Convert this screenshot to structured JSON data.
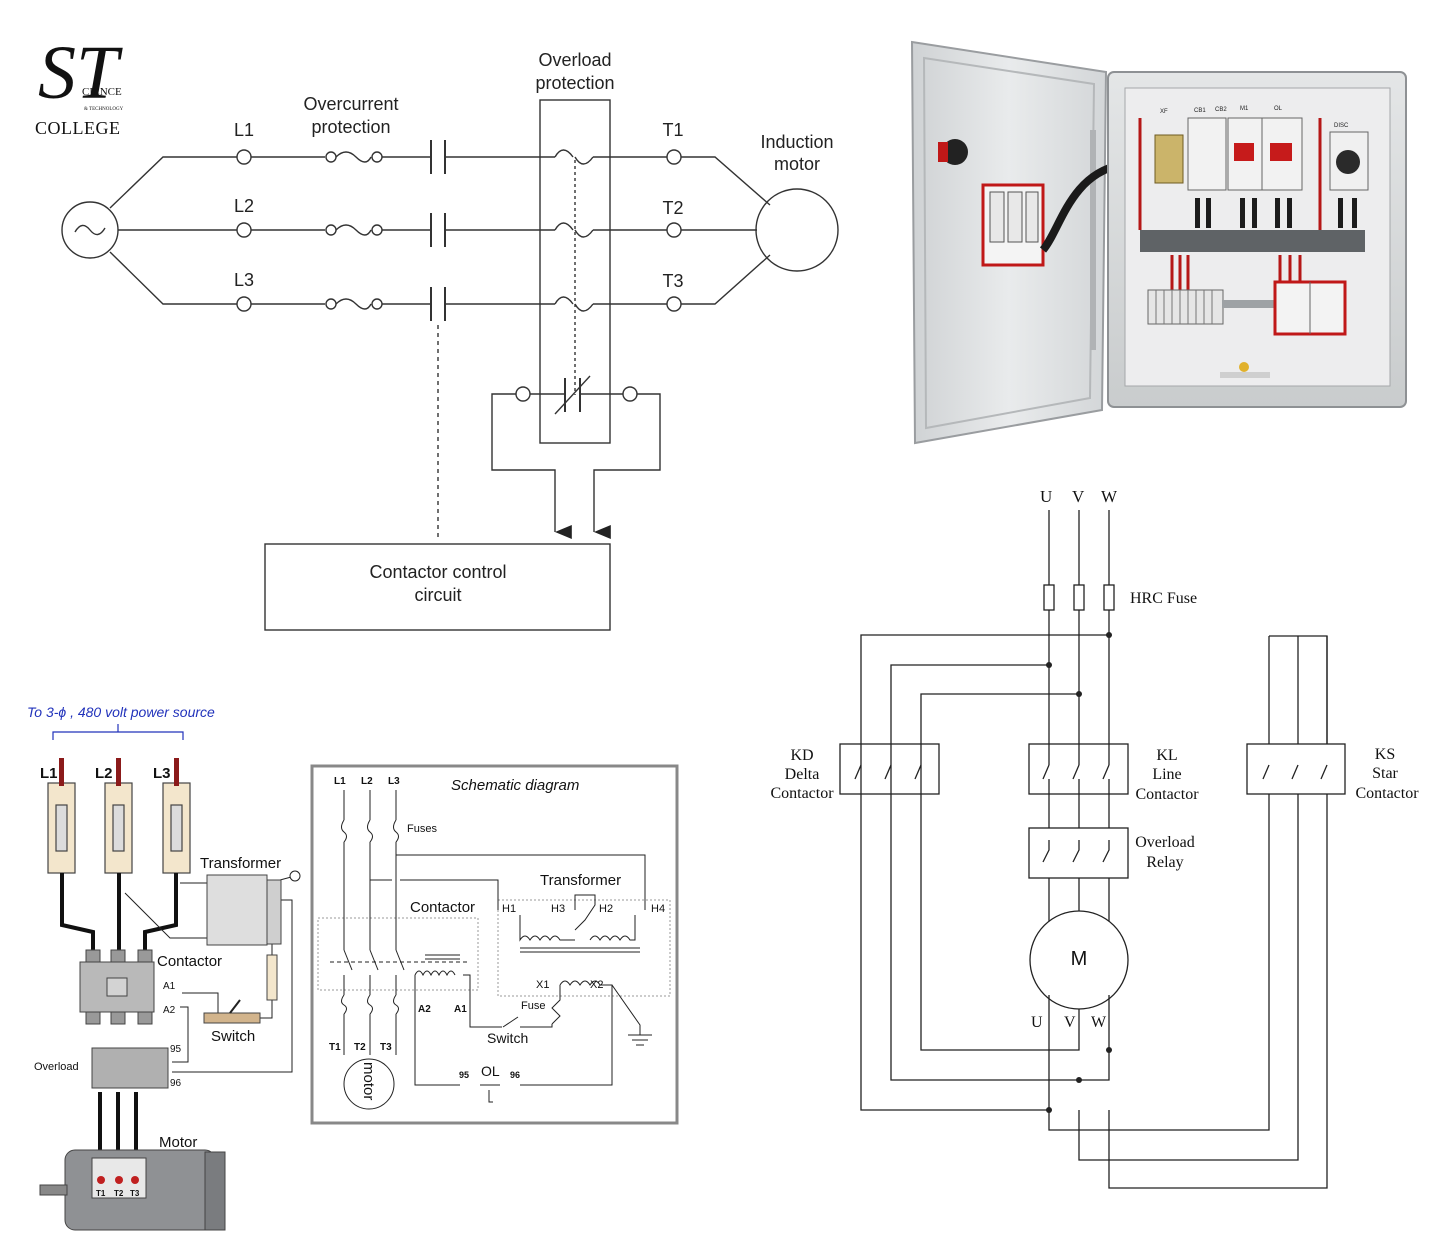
{
  "logo": {
    "letters": "ST",
    "line1": "CIENCE",
    "line2": "& TECHNOLOGY",
    "line3": "COLLEGE"
  },
  "d1": {
    "lines": [
      "L1",
      "L2",
      "L3"
    ],
    "terminals": [
      "T1",
      "T2",
      "T3"
    ],
    "overcurrent": [
      "Overcurrent",
      "protection"
    ],
    "overload": [
      "Overload",
      "protection"
    ],
    "motor": [
      "Induction",
      "motor"
    ],
    "control": [
      "Contactor control",
      "circuit"
    ]
  },
  "panel": {
    "labels": [
      "XF",
      "CB1",
      "CB2",
      "M1",
      "OL",
      "DISC"
    ]
  },
  "d2": {
    "source": "To 3-ϕ , 480 volt power source",
    "lines": [
      "L1",
      "L2",
      "L3"
    ],
    "transformer": "Transformer",
    "contactor": "Contactor",
    "a1": "A1",
    "a2": "A2",
    "switch": "Switch",
    "overload": "Overload",
    "n95": "95",
    "n96": "96",
    "motor": "Motor",
    "terms": [
      "T1",
      "T2",
      "T3"
    ]
  },
  "d3": {
    "title": "Schematic diagram",
    "lines": [
      "L1",
      "L2",
      "L3"
    ],
    "fuses": "Fuses",
    "transformer": "Transformer",
    "contactor": "Contactor",
    "h1": "H1",
    "h2": "H2",
    "h3": "H3",
    "h4": "H4",
    "x1": "X1",
    "x2": "X2",
    "a1": "A1",
    "a2": "A2",
    "fuse": "Fuse",
    "switch": "Switch",
    "ol": "OL",
    "n95": "95",
    "n96": "96",
    "terms": [
      "T1",
      "T2",
      "T3"
    ],
    "motor": "motor"
  },
  "d4": {
    "phases": [
      "U",
      "V",
      "W"
    ],
    "fuse": "HRC Fuse",
    "kd": [
      "KD",
      "Delta",
      "Contactor"
    ],
    "kl": [
      "KL",
      "Line",
      "Contactor"
    ],
    "ks": [
      "KS",
      "Star",
      "Contactor"
    ],
    "relay": [
      "Overload",
      "Relay"
    ],
    "motor": "M",
    "motor_terms": [
      "U",
      "V",
      "W"
    ]
  }
}
